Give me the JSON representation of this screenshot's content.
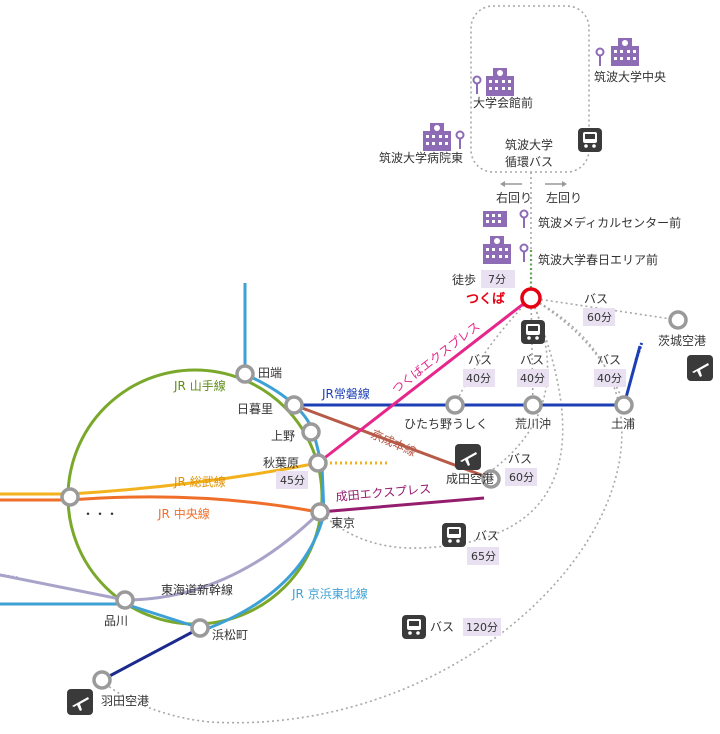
{
  "colors": {
    "yamanote": "#7aa82a",
    "keihin_tohoku": "#3ea1d6",
    "joban": "#1d3fb6",
    "tsukuba_express": "#e6268a",
    "keisei": "#b75a48",
    "narita_express": "#951d6e",
    "sobu": "#f3b21d",
    "chuo": "#ef6f2a",
    "tokaido_shinkansen": "#a8a4c9",
    "monorail": "#1b2a8c",
    "walk": "#5aa84f",
    "bus_route": "#a8a8a8",
    "university": "#8e6cb5",
    "tsukuba_station": "#e60012",
    "tag_bg": "#e9e1f2"
  },
  "lines": {
    "yamanote": "JR 山手線",
    "joban": "JR常磐線",
    "tsukuba_express": "つくばエクスプレス",
    "keisei": "京成本線",
    "narita_express": "成田エクスプレス",
    "sobu": "JR 総武線",
    "chuo": "JR 中央線",
    "tokaido_shinkansen": "東海道新幹線",
    "keihin_tohoku": "JR 京浜東北線",
    "dots": "・・・"
  },
  "stations": {
    "tsukuba": "つくば",
    "tabata": "田端",
    "nippori": "日暮里",
    "ueno": "上野",
    "akihabara": "秋葉原",
    "tokyo": "東京",
    "shinagawa": "品川",
    "hamamatsucho": "浜松町",
    "haneda": "羽田空港",
    "hitachino_ushiku": "ひたち野うしく",
    "arakawaoki": "荒川沖",
    "tsuchiura": "土浦",
    "narita": "成田空港",
    "ibaraki_airport": "茨城空港"
  },
  "campus": {
    "loop_title_1": "筑波大学",
    "loop_title_2": "循環バス",
    "stop_univ_hall": "大学会館前",
    "stop_univ_central": "筑波大学中央",
    "stop_hospital_east": "筑波大学病院東",
    "stop_medical_center": "筑波メディカルセンター前",
    "stop_kasuga": "筑波大学春日エリア前",
    "dir_right": "右回り",
    "dir_left": "左回り"
  },
  "access": {
    "walk": "徒歩",
    "walk_time": "7分",
    "tx_time": "45分",
    "bus": "バス",
    "t40": "40分",
    "t60": "60分",
    "t65": "65分",
    "t120": "120分"
  }
}
